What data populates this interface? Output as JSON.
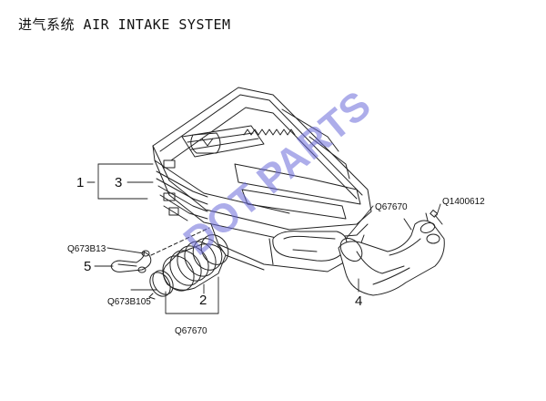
{
  "title": {
    "chinese": "进气系统",
    "english": "AIR INTAKE SYSTEM"
  },
  "watermark": "DOT PARTS",
  "callouts": {
    "item_1": "1",
    "item_3": "3",
    "item_5": "5",
    "item_2": "2",
    "item_4": "4",
    "part_q673b13": "Q673B13",
    "part_q673b105": "Q673B105",
    "part_q67670_bottom": "Q67670",
    "part_q67670_right": "Q67670",
    "part_q1400612": "Q1400612"
  },
  "colors": {
    "line": "#222222",
    "watermark": "#6a6ad8",
    "background": "#ffffff"
  }
}
